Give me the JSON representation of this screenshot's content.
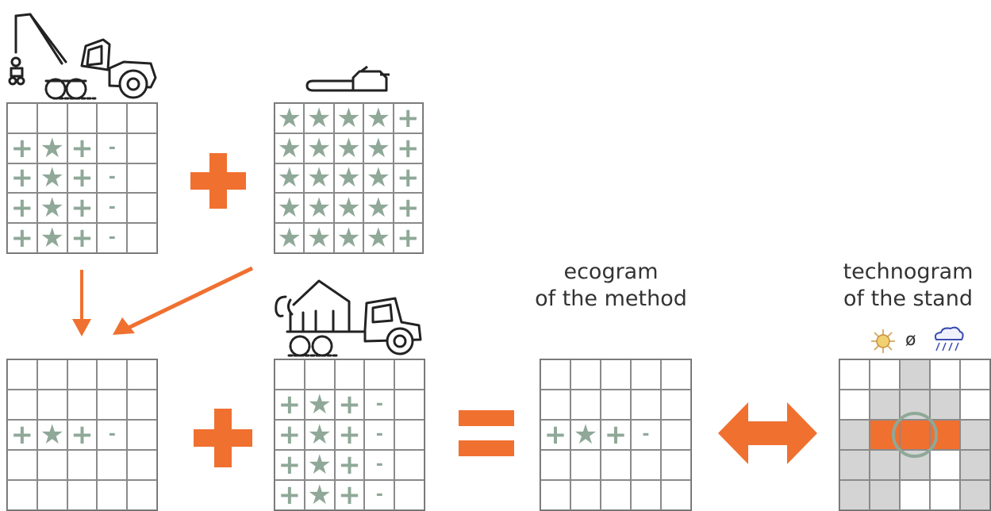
{
  "captions": {
    "ecogram_line1": "ecogram",
    "ecogram_line2": "of the method",
    "technogram_line1": "technogram",
    "technogram_line2": "of the stand"
  },
  "icons": {
    "harvester": "harvester-machine-icon",
    "chainsaw": "chainsaw-icon",
    "forwarder": "forwarder-machine-icon",
    "sun": "sun-icon",
    "empty_set": "empty-set-icon",
    "storm": "storm-cloud-icon"
  },
  "symbols": {
    "empty_set_text": "ø",
    "plus": "+",
    "star": "★",
    "minus": "-"
  },
  "colors": {
    "accent": "#f07030",
    "symbol": "#8fa898",
    "grid_line": "#8a8a8a",
    "technogram_gray": "#d4d4d4"
  },
  "grids": {
    "harvester": [
      [
        "",
        "",
        "",
        "",
        ""
      ],
      [
        "+",
        "★",
        "+",
        "-",
        ""
      ],
      [
        "+",
        "★",
        "+",
        "-",
        ""
      ],
      [
        "+",
        "★",
        "+",
        "-",
        ""
      ],
      [
        "+",
        "★",
        "+",
        "-",
        ""
      ]
    ],
    "chainsaw": [
      [
        "★",
        "★",
        "★",
        "★",
        "+"
      ],
      [
        "★",
        "★",
        "★",
        "★",
        "+"
      ],
      [
        "★",
        "★",
        "★",
        "★",
        "+"
      ],
      [
        "★",
        "★",
        "★",
        "★",
        "+"
      ],
      [
        "★",
        "★",
        "★",
        "★",
        "+"
      ]
    ],
    "combined": [
      [
        "",
        "",
        "",
        "",
        ""
      ],
      [
        "",
        "",
        "",
        "",
        ""
      ],
      [
        "+",
        "★",
        "+",
        "-",
        ""
      ],
      [
        "",
        "",
        "",
        "",
        ""
      ],
      [
        "",
        "",
        "",
        "",
        ""
      ]
    ],
    "forwarder": [
      [
        "",
        "",
        "",
        "",
        ""
      ],
      [
        "+",
        "★",
        "+",
        "-",
        ""
      ],
      [
        "+",
        "★",
        "+",
        "-",
        ""
      ],
      [
        "+",
        "★",
        "+",
        "-",
        ""
      ],
      [
        "+",
        "★",
        "+",
        "-",
        ""
      ]
    ],
    "ecogram": [
      [
        "",
        "",
        "",
        "",
        ""
      ],
      [
        "",
        "",
        "",
        "",
        ""
      ],
      [
        "+",
        "★",
        "+",
        "-",
        ""
      ],
      [
        "",
        "",
        "",
        "",
        ""
      ],
      [
        "",
        "",
        "",
        "",
        ""
      ]
    ],
    "technogram": [
      [
        "",
        "",
        "g",
        "",
        ""
      ],
      [
        "",
        "g",
        "g",
        "g",
        ""
      ],
      [
        "g",
        "o",
        "o",
        "o",
        "g"
      ],
      [
        "g",
        "g",
        "g",
        "",
        "g"
      ],
      [
        "g",
        "g",
        "",
        "",
        "g"
      ]
    ]
  }
}
